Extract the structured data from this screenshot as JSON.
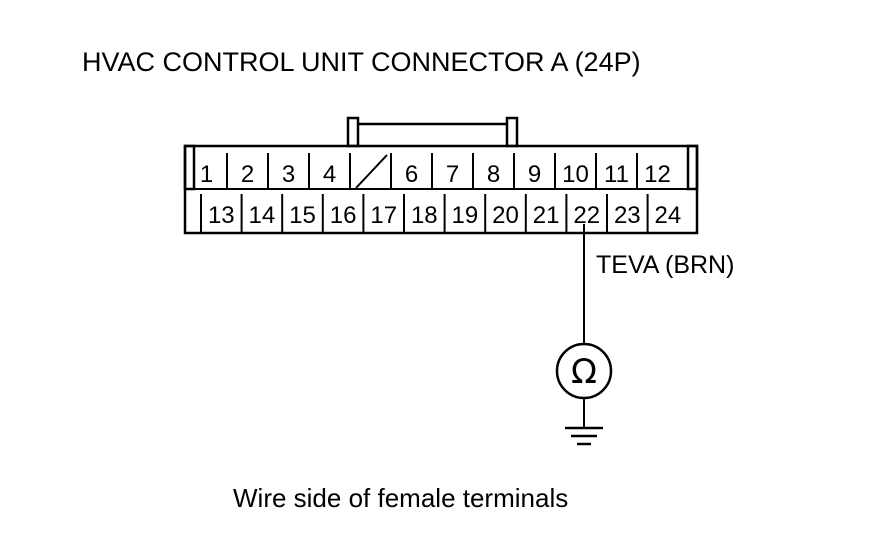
{
  "title": "HVAC CONTROL UNIT CONNECTOR A (24P)",
  "connector": {
    "top_row": [
      "1",
      "2",
      "3",
      "4",
      "",
      "6",
      "7",
      "8",
      "9",
      "10",
      "11",
      "12"
    ],
    "bottom_row": [
      "13",
      "14",
      "15",
      "16",
      "17",
      "18",
      "19",
      "20",
      "21",
      "22",
      "23",
      "24"
    ],
    "blanked_pin": "5",
    "probed_pin": "22"
  },
  "wire_label": "TEVA (BRN)",
  "meter_symbol": "Ω",
  "caption": "Wire side of female terminals",
  "colors": {
    "line": "#000000",
    "background": "#ffffff"
  }
}
